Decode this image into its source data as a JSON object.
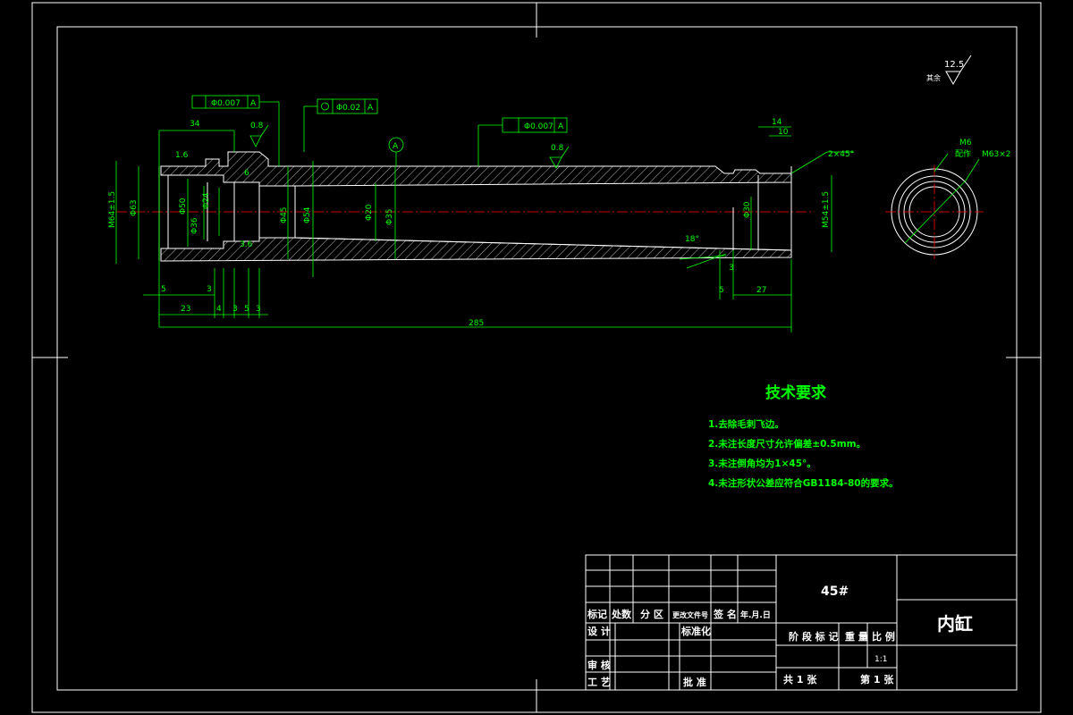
{
  "drawing": {
    "dimensions": {
      "d34": "34",
      "d08a": "0.8",
      "d16": "1.6",
      "d14": "14",
      "d10": "10",
      "chamfer": "2×45°",
      "m6": "M6",
      "peizuo": "配作",
      "m63": "M63×2",
      "phi63": "Φ63",
      "phi64": "M64±1.5",
      "phi50": "Φ50",
      "phi24": "Φ24",
      "phi36": "Φ36",
      "phi45": "Φ45",
      "phi54": "Φ54",
      "phi20": "Φ20",
      "phi35": "Φ35",
      "phi30": "Φ30",
      "phi54b": "M54±1.5",
      "d6": "6",
      "d36": "3.6",
      "d5a": "5",
      "d3a": "3",
      "d23": "23",
      "d4": "4",
      "d3b": "3",
      "d5b": "5",
      "d3c": "3",
      "d285": "285",
      "d18": "18°",
      "d3d": "3",
      "d5c": "5",
      "d27": "27",
      "d08b": "0.8",
      "rough": "12.5",
      "rough_note": "其余"
    },
    "tolerances": {
      "t1": "Φ0.007",
      "t1ref": "A",
      "t2": "Φ0.02",
      "t2ref": "A",
      "t3": "Φ0.007",
      "t3ref": "A",
      "datum": "A"
    }
  },
  "notes": {
    "title": "技术要求",
    "items": [
      "1.去除毛刺飞边。",
      "2.未注长度尺寸允许偏差±0.5mm。",
      "3.未注倒角均为1×45°。",
      "4.未注形状公差应符合GB1184-80的要求。"
    ]
  },
  "title_block": {
    "material": "45#",
    "part_name": "内缸",
    "h_biaoji": "标记",
    "h_chushu": "处数",
    "h_fenqu": "分 区",
    "h_wenjian": "更改文件号",
    "h_qianming": "签 名",
    "h_date": "年.月.日",
    "sheji": "设 计",
    "biaozhunhua": "标准化",
    "shenhe": "审 核",
    "gongyi": "工 艺",
    "pizhun": "批 准",
    "jieduan": "阶 段 标 记",
    "zhongliang": "重 量",
    "bili": "比 例",
    "scale": "1:1",
    "total_sheets": "共 1 张",
    "sheet_no": "第 1 张"
  }
}
